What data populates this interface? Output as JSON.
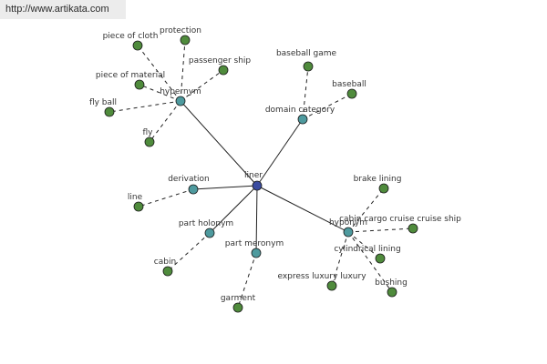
{
  "watermark": "http://www.artikata.com",
  "colors": {
    "center": "#3a4ba0",
    "relation": "#4e9a9e",
    "leaf": "#4f8b3c",
    "edge": "#222222",
    "stroke": "#1a1a1a"
  },
  "graph": {
    "center": {
      "id": "liner",
      "label": "liner"
    },
    "relations": [
      {
        "id": "hypernym",
        "label": "hypernym",
        "children": [
          {
            "id": "piece-of-cloth",
            "label": "piece of cloth"
          },
          {
            "id": "protection",
            "label": "protection"
          },
          {
            "id": "passenger-ship",
            "label": "passenger ship"
          },
          {
            "id": "piece-of-material",
            "label": "piece of material"
          },
          {
            "id": "fly-ball",
            "label": "fly ball"
          },
          {
            "id": "fly",
            "label": "fly"
          }
        ]
      },
      {
        "id": "domain-category",
        "label": "domain category",
        "children": [
          {
            "id": "baseball-game",
            "label": "baseball game"
          },
          {
            "id": "baseball",
            "label": "baseball"
          }
        ]
      },
      {
        "id": "derivation",
        "label": "derivation",
        "children": [
          {
            "id": "line",
            "label": "line"
          }
        ]
      },
      {
        "id": "part-holonym",
        "label": "part holonym",
        "children": [
          {
            "id": "cabin",
            "label": "cabin"
          }
        ]
      },
      {
        "id": "part-meronym",
        "label": "part meronym",
        "children": [
          {
            "id": "garment",
            "label": "garment"
          }
        ]
      },
      {
        "id": "hyponym",
        "label": "hyponym",
        "children": [
          {
            "id": "brake-lining",
            "label": "brake lining"
          },
          {
            "id": "cabin-cargo-cruise-ship",
            "label": "cabin cargo cruise cruise ship"
          },
          {
            "id": "cylindrical-lining",
            "label": "cylindrical lining"
          },
          {
            "id": "express-luxury-luxury",
            "label": "express luxury luxury"
          },
          {
            "id": "bushing",
            "label": "bushing"
          }
        ]
      }
    ]
  }
}
